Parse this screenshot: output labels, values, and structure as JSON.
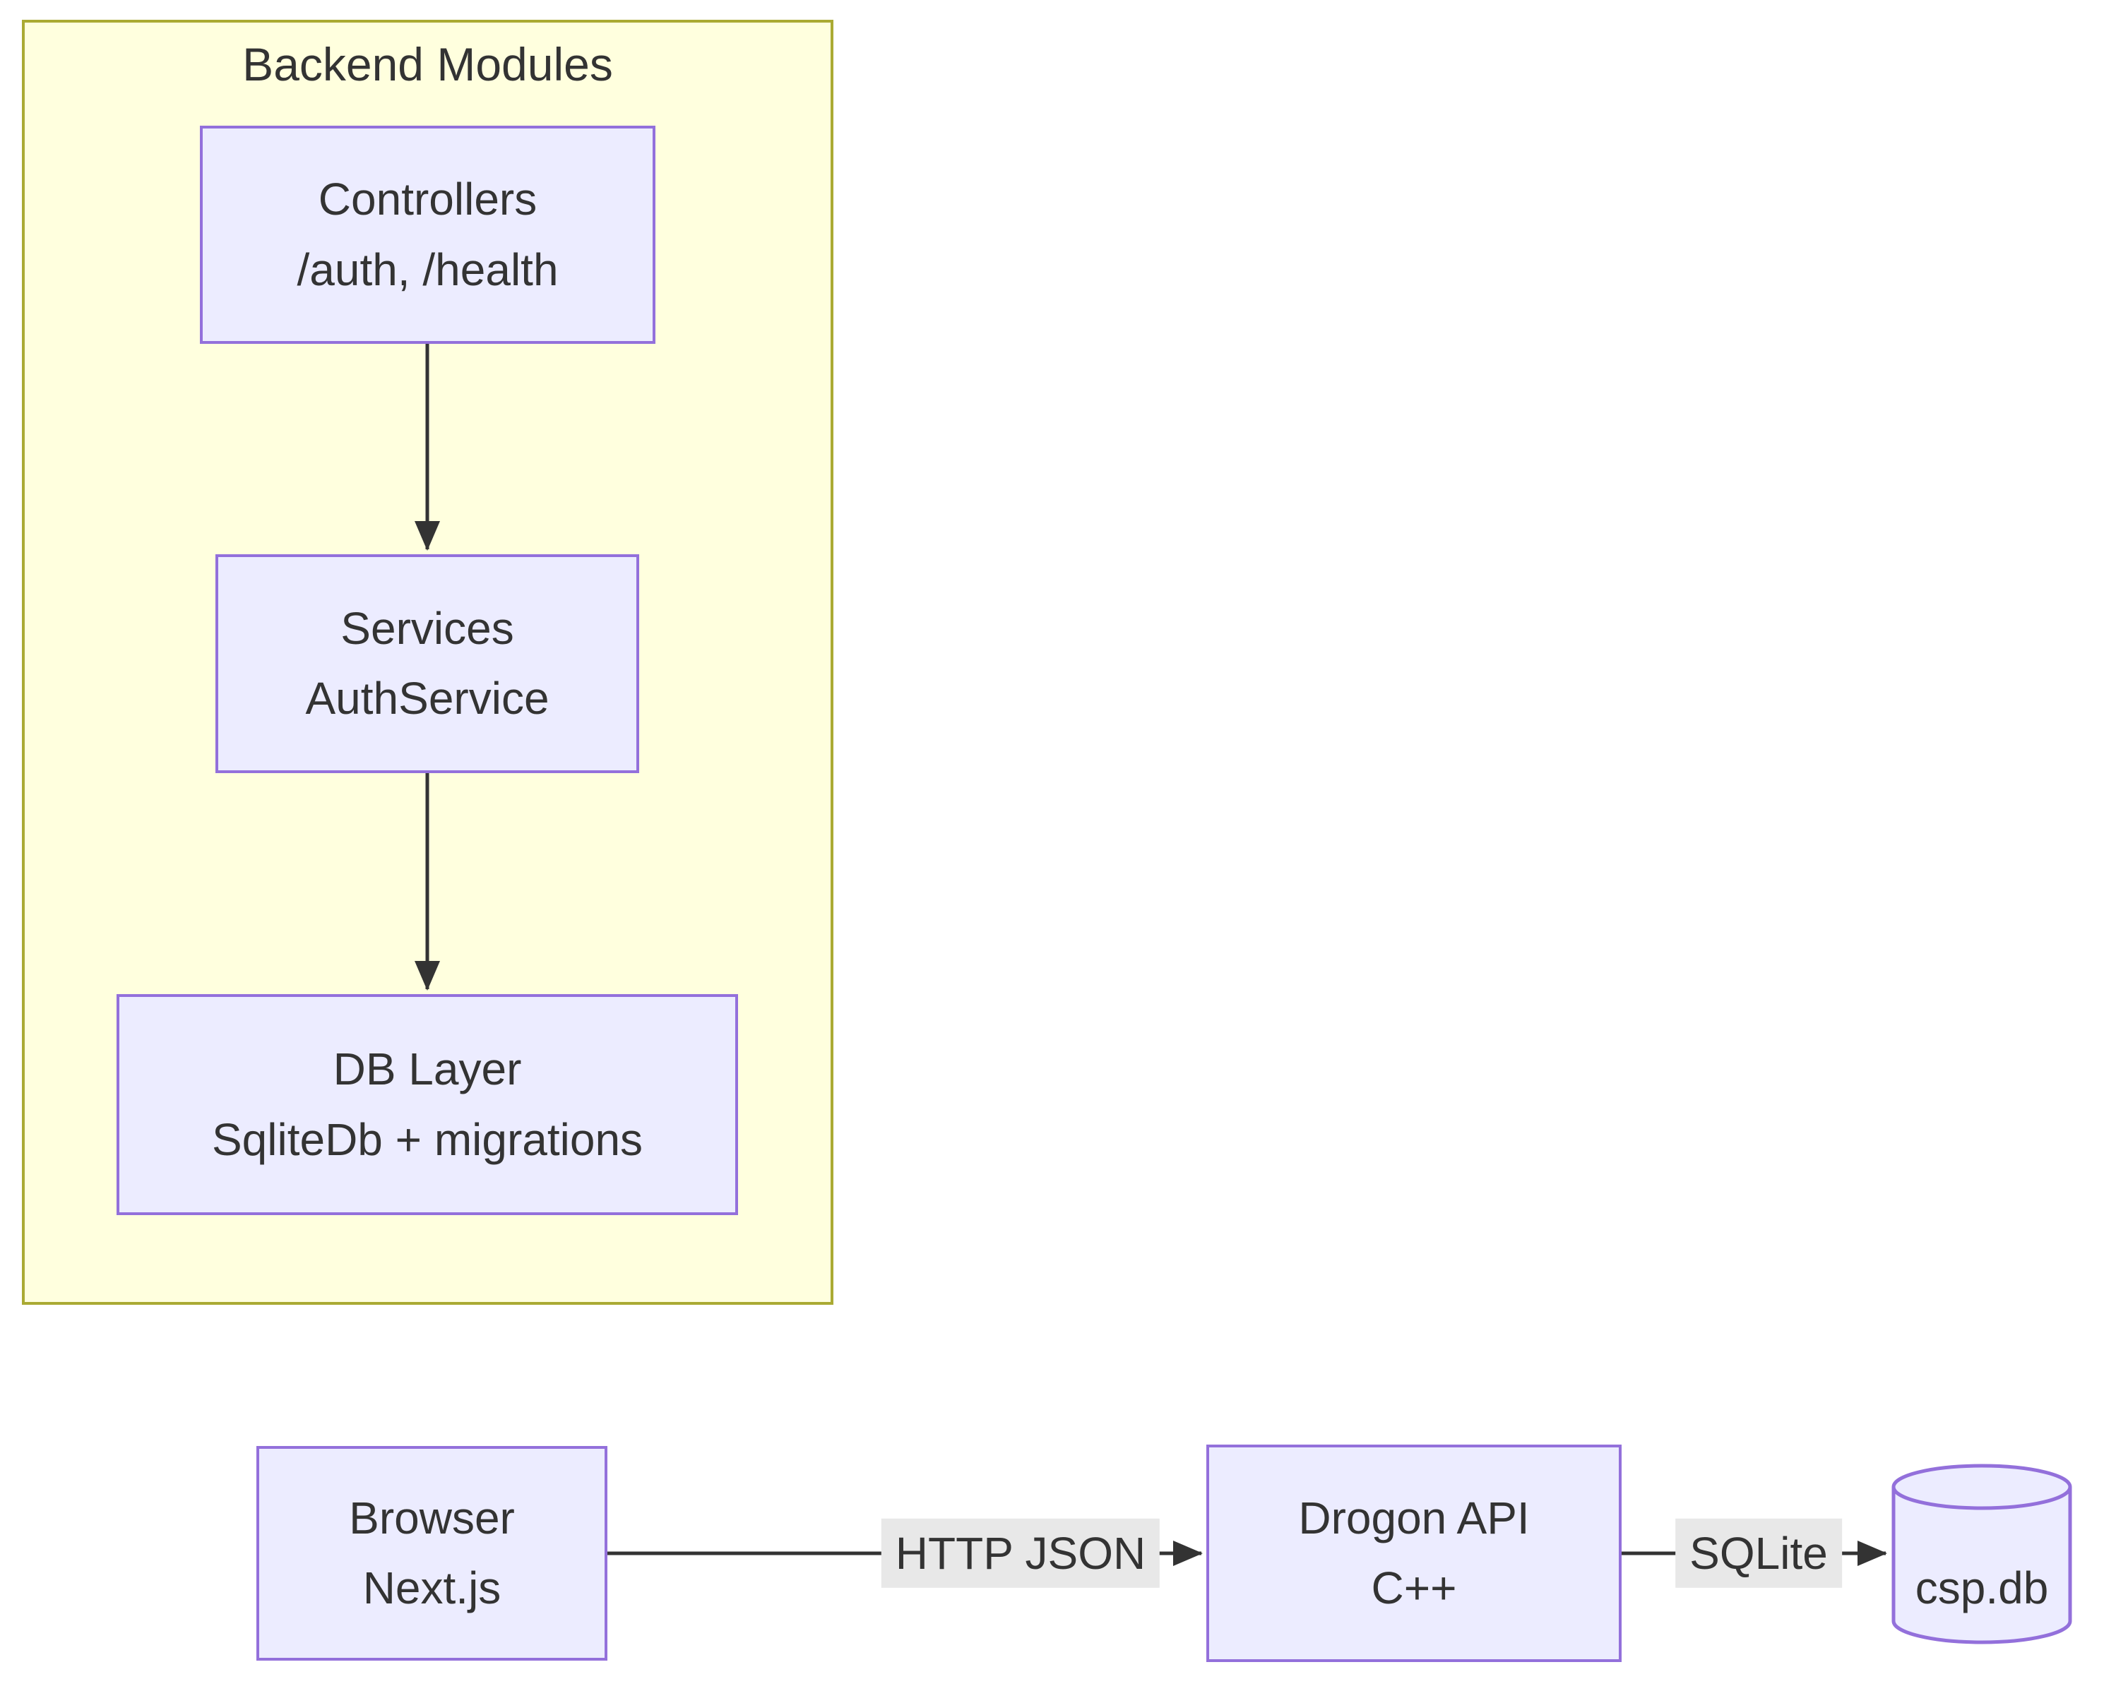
{
  "subgraph": {
    "title": "Backend Modules"
  },
  "nodes": {
    "controllers": {
      "line1": "Controllers",
      "line2": "/auth, /health"
    },
    "services": {
      "line1": "Services",
      "line2": "AuthService"
    },
    "db_layer": {
      "line1": "DB Layer",
      "line2": "SqliteDb + migrations"
    },
    "browser": {
      "line1": "Browser",
      "line2": "Next.js"
    },
    "drogon": {
      "line1": "Drogon API",
      "line2": "C++"
    },
    "csp_db": {
      "label": "csp.db"
    }
  },
  "edge_labels": {
    "http_json": "HTTP JSON",
    "sqlite": "SQLite"
  },
  "colors": {
    "node_fill": "#ECECFF",
    "node_border": "#9370DB",
    "subgraph_fill": "#FFFFDE",
    "subgraph_border": "#AAAA33",
    "edge": "#333333",
    "edge_label_bg": "#E8E8E8",
    "text": "#333333"
  }
}
